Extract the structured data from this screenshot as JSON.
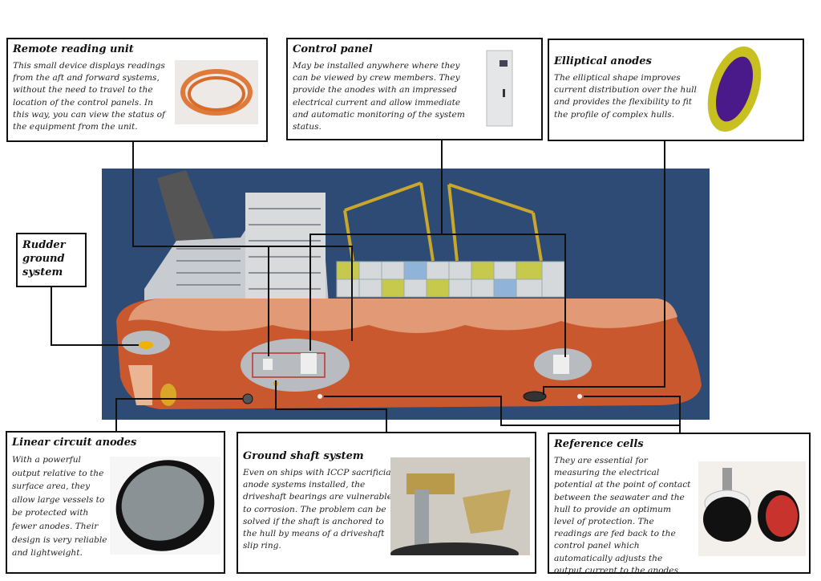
{
  "callouts": {
    "remote_reading_unit": {
      "title": "Remote reading unit",
      "text": "This small device displays readings from the aft and forward systems, without the need to travel to the location of the control panels. In this way, you can view the status of the equipment from the unit."
    },
    "control_panel": {
      "title": "Control panel",
      "text": "May be installed anywhere where they can be viewed by crew members. They provide the anodes with an impressed electrical current and allow immediate and automatic monitoring of the system status."
    },
    "elliptical_anodes": {
      "title": "Elliptical anodes",
      "text": "The elliptical shape improves current distribution over the hull and provides the flexibility to fit the profile of complex hulls."
    },
    "rudder_ground_system": {
      "title": "Rudder ground system"
    },
    "linear_circuit_anodes": {
      "title": "Linear circuit anodes",
      "text": "With a powerful output relative to the surface area, they allow large vessels to be protected with fewer anodes. Their design is very reliable and lightweight."
    },
    "ground_shaft_system": {
      "title": "Ground shaft system",
      "text": "Even on ships with ICCP sacrificial anode systems installed, the driveshaft bearings are vulnerable to corrosion. The problem can be solved if the shaft is anchored to the hull by means of a driveshaft slip ring."
    },
    "reference_cells": {
      "title": "Reference cells",
      "text": "They are essential for measuring the electrical potential at the point of contact between the seawater and the hull to provide an optimum level of protection. The readings are fed back to the control panel which automatically adjusts the output current to the anodes."
    }
  },
  "colors": {
    "background": "#2d4b74",
    "hull": "#c9582e",
    "connector": "#111111"
  }
}
